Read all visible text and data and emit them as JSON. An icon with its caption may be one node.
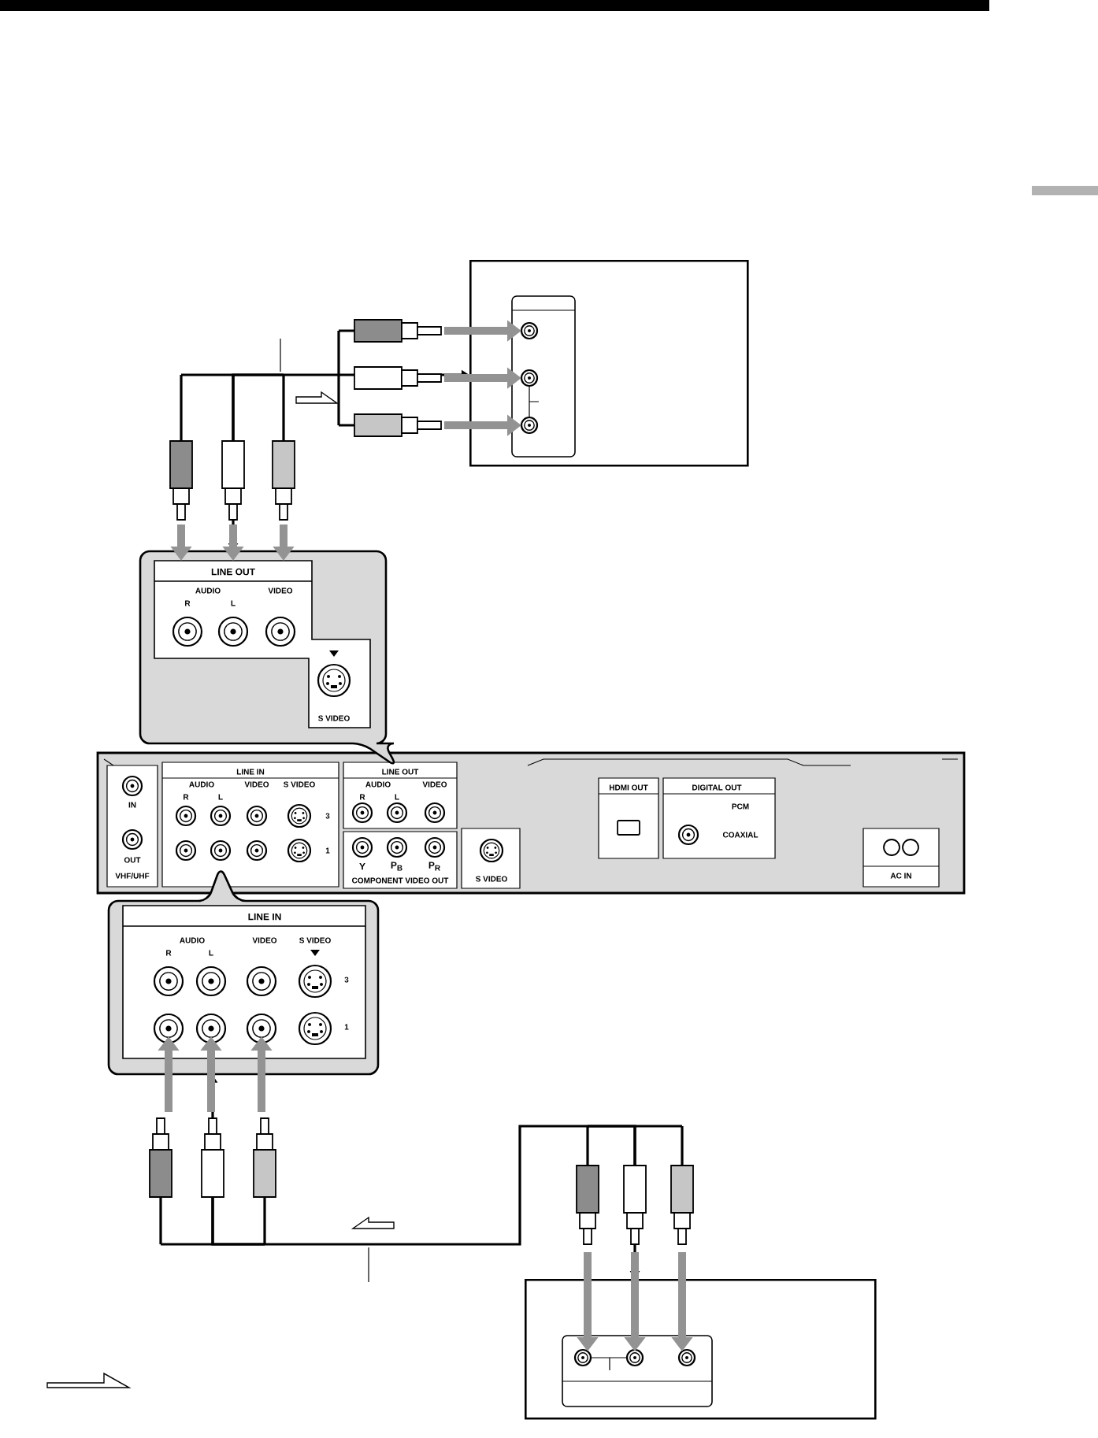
{
  "diagram": {
    "nodes": [
      {
        "text": [],
        "shape": "box"
      },
      {
        "text": [
          "LINE OUT",
          "AUDIO",
          "R",
          "L",
          "VIDEO",
          "S VIDEO"
        ]
      },
      {
        "text": [
          "LINE IN",
          "AUDIO",
          "R",
          "L",
          "VIDEO",
          "S VIDEO",
          "3",
          "1",
          "LINE OUT",
          "AUDIO",
          "R",
          "L",
          "VIDEO",
          "Y",
          "P$_{B}$",
          "P$_{R}$",
          "COMPONENT VIDEO OUT",
          "S VIDEO",
          "HDMI OUT",
          "DIGITAL OUT",
          "PCM",
          "COAXIAL",
          "AC IN",
          "IN",
          "OUT",
          "VHF/UHF"
        ]
      },
      {
        "text": [
          "LINE IN",
          "AUDIO",
          "R",
          "L",
          "VIDEO",
          "S VIDEO",
          "3",
          "1"
        ]
      },
      {
        "text": [],
        "shape": "box"
      }
    ],
    "edges": [
      {
        "from": 1,
        "to": 0,
        "arrow": "both"
      },
      {
        "from": 4,
        "to": 3,
        "arrow": "both"
      }
    ]
  }
}
